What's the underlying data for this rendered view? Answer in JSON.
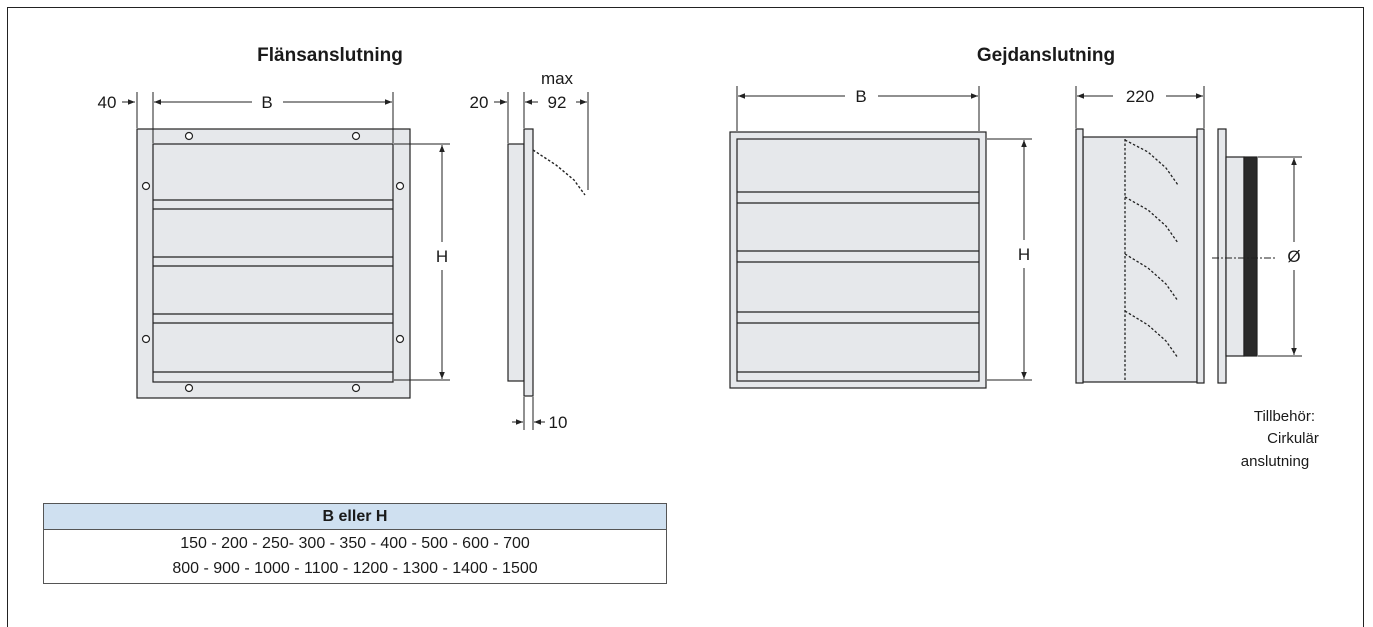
{
  "flange": {
    "title": "Flänsanslutning",
    "front": {
      "dim_flange": "40",
      "dim_width": "B",
      "dim_height": "H"
    },
    "side": {
      "dim_depth": "20",
      "dim_max_label": "max",
      "dim_max": "92",
      "dim_thickness": "10"
    }
  },
  "slide": {
    "title": "Gejdanslutning",
    "front": {
      "dim_width": "B",
      "dim_height": "H"
    },
    "side": {
      "dim_depth": "220"
    },
    "accessory": {
      "dim_diameter": "Ø",
      "note_lines": [
        "Tillbehör:",
        "Cirkulär",
        "anslutning"
      ]
    }
  },
  "table": {
    "header": "B eller H",
    "rows": [
      "150 - 200 - 250- 300 - 350 - 400 - 500 - 600 - 700",
      "800 - 900 - 1000 - 1100 - 1200 - 1300 - 1400 - 1500"
    ]
  },
  "colors": {
    "panel_fill": "#e6e8eb",
    "outline": "#222222",
    "table_header": "#cfe0f0"
  }
}
